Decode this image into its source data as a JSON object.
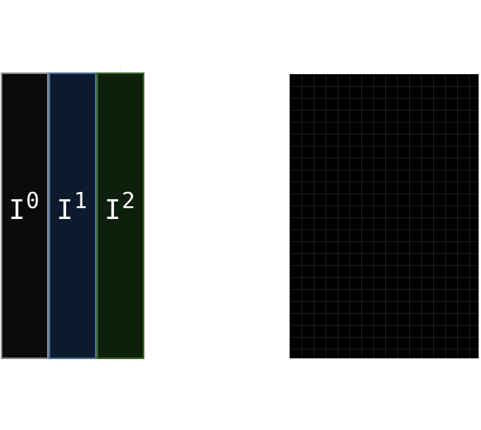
{
  "stacks": [
    {
      "base": "I",
      "index": "0",
      "fill": "#0a0a0a",
      "border": "#8c8c8c"
    },
    {
      "base": "I",
      "index": "1",
      "fill": "#0b1a2d",
      "border": "#4e6e9b"
    },
    {
      "base": "I",
      "index": "2",
      "fill": "#0e1f0c",
      "border": "#3a6a28"
    }
  ],
  "grid_panel": {
    "fill": "#000000",
    "grid_line_color": "#1c1c1c"
  }
}
